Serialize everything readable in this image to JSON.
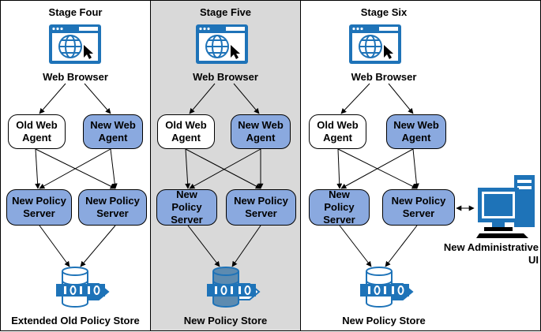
{
  "colors": {
    "new_node_fill": "#8aa9df",
    "old_node_fill": "#ffffff",
    "highlight_panel": "#d9d9d9",
    "icon_blue": "#1e73b8",
    "store_new_fill": "#5d8bb0"
  },
  "stages": [
    {
      "title": "Stage Four",
      "browser_label": "Web Browser",
      "old_agent": "Old Web Agent",
      "new_agent": "New Web Agent",
      "server_left": "New Policy Server",
      "server_right": "New Policy Server",
      "store_label": "Extended Old Policy Store"
    },
    {
      "title": "Stage Five",
      "browser_label": "Web Browser",
      "old_agent": "Old Web Agent",
      "new_agent": "New Web Agent",
      "server_left": "New Policy Server",
      "server_right": "New Policy Server",
      "store_label": "New Policy Store"
    },
    {
      "title": "Stage Six",
      "browser_label": "Web Browser",
      "old_agent": "Old Web Agent",
      "new_agent": "New Web Agent",
      "server_left": "New Policy Server",
      "server_right": "New Policy Server",
      "store_label": "New Policy Store",
      "admin_label": "New Administrative UI"
    }
  ],
  "icons": {
    "browser": "web-browser-icon",
    "store": "database-icon",
    "admin": "computer-icon"
  }
}
